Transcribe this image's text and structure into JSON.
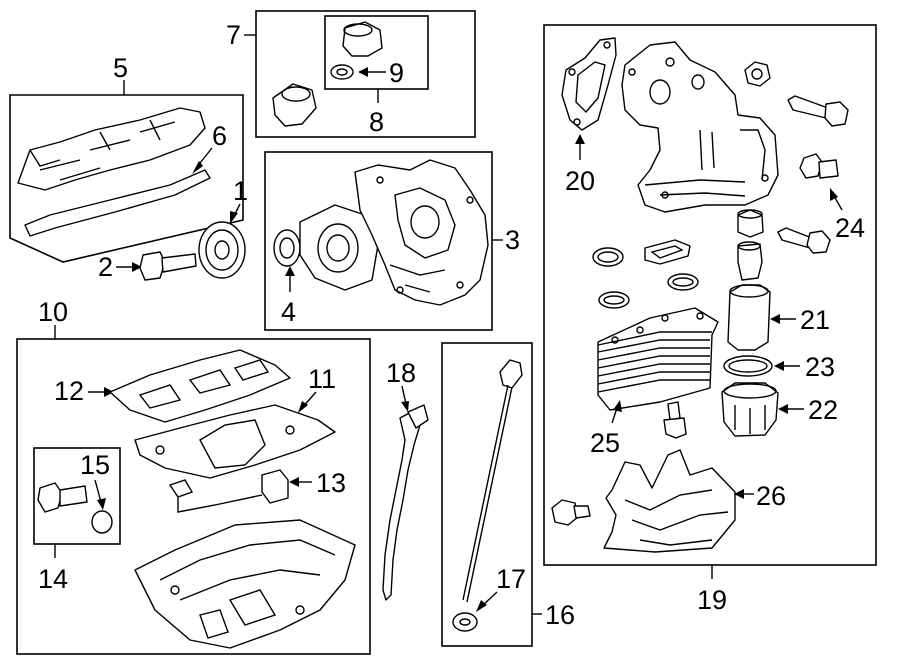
{
  "callouts": {
    "n1": "1",
    "n2": "2",
    "n3": "3",
    "n4": "4",
    "n5": "5",
    "n6": "6",
    "n7": "7",
    "n8": "8",
    "n9": "9",
    "n10": "10",
    "n11": "11",
    "n12": "12",
    "n13": "13",
    "n14": "14",
    "n15": "15",
    "n16": "16",
    "n17": "17",
    "n18": "18",
    "n19": "19",
    "n20": "20",
    "n21": "21",
    "n22": "22",
    "n23": "23",
    "n24": "24",
    "n25": "25",
    "n26": "26"
  }
}
